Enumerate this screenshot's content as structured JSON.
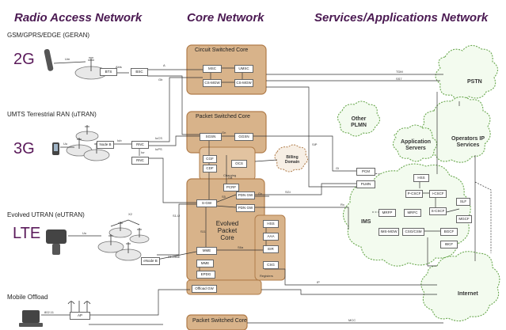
{
  "headers": {
    "ran": "Radio Access Network",
    "core": "Core Network",
    "services": "Services/Applications Network"
  },
  "access": {
    "geran": "GSM/GPRS/EDGE (GERAN)",
    "gen2": "2G",
    "utran": "UMTS Terrestrial RAN (uTRAN)",
    "gen3": "3G",
    "eutran": "Evolved UTRAN (eUTRAN)",
    "lte": "LTE",
    "offload": "Mobile Offload"
  },
  "core_boxes": {
    "circuit": "Circuit Switched Core",
    "packet": "Packet Switched Core",
    "evolved": "Evolved Packet Core",
    "charging": "Charging",
    "registers": "Registers",
    "packet_bottom": "Packet Switched Core"
  },
  "clouds": {
    "pstn": "PSTN",
    "other_plmn": "Other PLMN",
    "app_servers": "Application Servers",
    "operators_ip": "Operators IP Services",
    "billing": "Billing Domain",
    "ims": "IMS",
    "internet": "Internet"
  },
  "nodes": {
    "bts": "BTS",
    "bsc": "BSC",
    "nodeb": "Node B",
    "rnc1": "RNC",
    "rnc2": "RNC",
    "enodeb": "eNode B",
    "ap": "AP",
    "msc": "MSC",
    "umsc": "UMSC",
    "cs_mgw1": "CS-MGW",
    "cs_mgw2": "CS-MGW",
    "sgsn": "SGSN",
    "ggsn": "GGSN",
    "cgf": "CGF",
    "cdf": "CDF",
    "ocs": "OCS",
    "pcrf": "PCRF",
    "sgw": "S-GW",
    "pdngw1": "PDN GW",
    "pdngw2": "PDN GW",
    "mme": "MME",
    "mme2": "MME",
    "epdg": "EPDG",
    "offload_gw": "Offload GW",
    "hss": "HSS",
    "aaa": "AAA",
    "eir": "EIR",
    "csg": "CSG",
    "pcm": "PCM",
    "plmn_gw": "PLMN",
    "hss_ims": "HSS",
    "pcscf": "P-CSCF",
    "icscf": "I-CSCF",
    "scscf": "S-CSCF",
    "bgcf": "BGCF",
    "mgcf": "MGCF",
    "slf": "SLF",
    "mrfp": "MRFP",
    "mrfc": "MRFC",
    "ims_mgw": "IMS-MGW",
    "csg2": "CSG/CSM",
    "ibcf": "IBCF"
  },
  "links": {
    "um": "Um",
    "abis": "Abis",
    "uu": "Uu",
    "iub": "Iub",
    "iur": "Iur",
    "iucs": "IuCS",
    "iups": "IuPS",
    "uu2": "Uu",
    "x2": "X2",
    "s1mme": "S1-MME",
    "s1u": "S1-U",
    "gb": "Gb",
    "a": "A",
    "gn": "Gn",
    "gi": "Gi",
    "sgi": "SGi",
    "s5": "S5",
    "s6a": "S6a",
    "s11": "S11",
    "gx": "Gx",
    "ga": "Ga",
    "rx": "Rx",
    "tdm": "TDM",
    "ss7": "SS7",
    "sip": "SIP",
    "ip": "IP",
    "mcc": "MCC",
    "wlan": "802.11"
  },
  "colors": {
    "header": "#4b1a52",
    "core_fill": "#d8b38a",
    "core_stroke": "#b07c4a",
    "cloud_stroke": "#6aa84f",
    "cloud_fill": "#f3fbef",
    "line": "#333333"
  }
}
